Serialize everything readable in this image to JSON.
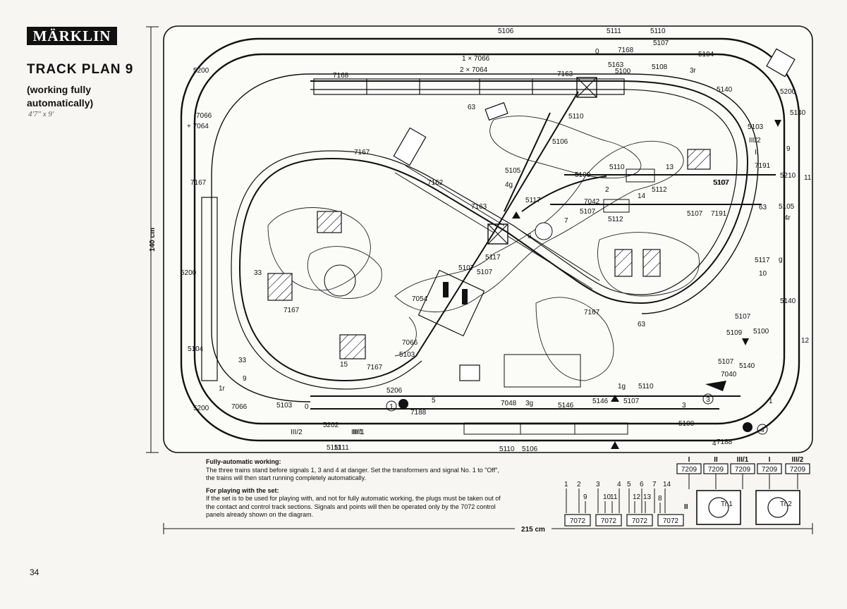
{
  "header": {
    "brand": "MÄRKLIN",
    "title": "TRACK PLAN 9",
    "subtitle": "(working fully automatically)",
    "handwritten_note": "4'7\" x 9'"
  },
  "page_number": "34",
  "dimensions": {
    "width_label": "215 cm",
    "height_label": "140 cm"
  },
  "notes": {
    "auto_heading": "Fully-automatic working:",
    "auto_text": "The three trains stand before signals 1, 3 and 4 at danger. Set the transformers and signal No. 1 to \"Off\", the trains will then start running completely automatically.",
    "play_heading": "For playing with the set:",
    "play_text": "If the set is to be used for playing with, and not for fully automatic working, the plugs must be taken out of the contact and control track sections. Signals and points will then be operated only by the 7072 control panels already shown on the diagram."
  },
  "track_labels": [
    "5106",
    "5111",
    "5110",
    "5107",
    "5104",
    "3r",
    "5108",
    "5100",
    "5163",
    "7163",
    "7168",
    "5200",
    "7066",
    "+ 7064",
    "1 × 7066",
    "2 × 7064",
    "63",
    "5110",
    "5106",
    "5140",
    "5200",
    "5140",
    "5103",
    "III/2",
    "II",
    "9",
    "7191",
    "5210",
    "11",
    "5105",
    "4r",
    "5107",
    "7163",
    "7162",
    "7167",
    "5105",
    "4g",
    "5100",
    "5110",
    "13",
    "5112",
    "7042",
    "2",
    "14",
    "5117",
    "5107",
    "5112",
    "5107",
    "7191",
    "5107",
    "63",
    "7",
    "6",
    "5117",
    "5107",
    "7054",
    "7066",
    "5103",
    "5206",
    "7167",
    "15",
    "7167",
    "5104",
    "1r",
    "9",
    "33",
    "33",
    "5200",
    "7066",
    "5103",
    "0",
    "5202",
    "5111",
    "III/1",
    "III/2",
    "7188",
    "5",
    "7048",
    "3g",
    "5146",
    "5146",
    "1g",
    "5110",
    "5107",
    "5100",
    "7040",
    "5140",
    "5100",
    "5109",
    "5107",
    "5140",
    "12",
    "10",
    "5117",
    "g",
    "63",
    "7167",
    "5107",
    "5111",
    "5110",
    "5106",
    "7188",
    "4",
    "3",
    "1",
    "5200",
    "7167",
    "5107",
    "7168",
    "0",
    "III/1",
    "II",
    "III/1",
    "I"
  ],
  "signal_labels": [
    "1",
    "3",
    "4"
  ],
  "controls": {
    "switch_numbers": [
      "1",
      "2",
      "3",
      "4",
      "5",
      "6",
      "7",
      "8",
      "9",
      "10",
      "11",
      "12",
      "13",
      "14"
    ],
    "control_panel": "7072",
    "contact_panel": "7209",
    "contact_roman": [
      "I",
      "II",
      "III/1",
      "I",
      "III/2"
    ],
    "transformers": [
      "Tr.1",
      "Tr.2"
    ],
    "roman_II": "II"
  }
}
